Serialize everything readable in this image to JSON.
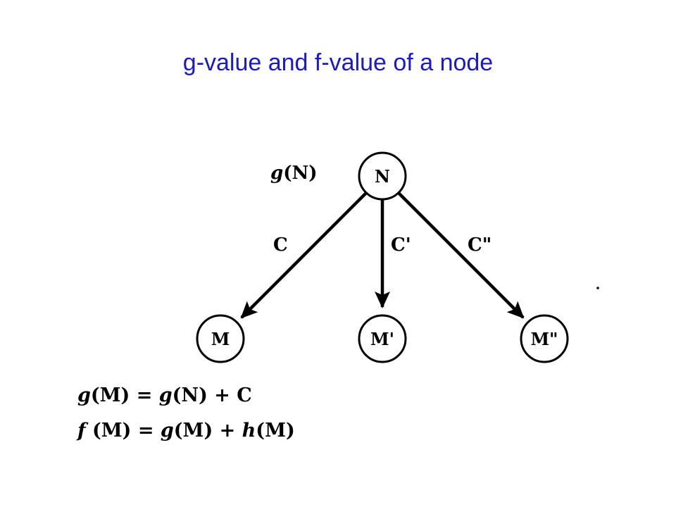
{
  "title": "g-value and f-value of a node",
  "colors": {
    "title": "#1a1acc",
    "ink": "#000000",
    "background": "#ffffff"
  },
  "diagram": {
    "nodes": {
      "n": "N",
      "m1": "M",
      "m2": "M'",
      "m3": "M\""
    },
    "edges": {
      "c1": "C",
      "c2": "C'",
      "c3": "C\""
    },
    "g_of_n_label": {
      "func": "g",
      "arg": "(N)"
    }
  },
  "equations": [
    {
      "lhs_func": "g",
      "lhs_arg": "(M) = ",
      "rhs1_func": "g",
      "rhs1_arg": "(N) + C",
      "rhs2_func": "",
      "rhs2_arg": ""
    },
    {
      "lhs_func": "f",
      "lhs_arg": " (M) = ",
      "rhs1_func": "g",
      "rhs1_arg": "(M) + ",
      "rhs2_func": "h",
      "rhs2_arg": "(M)"
    }
  ]
}
